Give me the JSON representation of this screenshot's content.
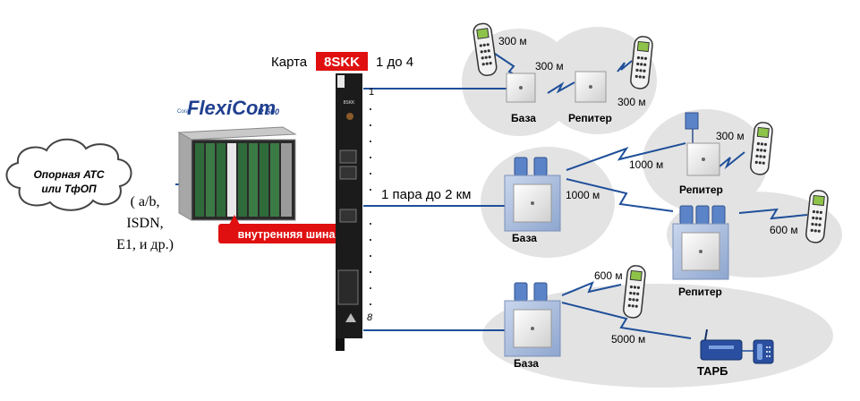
{
  "header": {
    "card_prefix": "Карта",
    "card_name": "8SKK",
    "card_suffix": "1 до 4"
  },
  "pbx": {
    "brand_small": "Coral",
    "brand": "FlexiCom",
    "model": "R 500",
    "bus_label": "внутренняя шина"
  },
  "left": {
    "cloud_line1": "Опорная АТС",
    "cloud_line2": "или ТфОП",
    "interfaces": [
      "( a/b,",
      "ISDN,",
      "E1, и др.)"
    ]
  },
  "card": {
    "port_first": "1",
    "port_last": "8",
    "pair_label": "1 пара до 2 км",
    "face_label": "8SKK"
  },
  "labels": {
    "base": "База",
    "repeater": "Репитер",
    "tarb": "ТАРБ"
  },
  "distances": {
    "d1": "300 м",
    "d2": "300 м",
    "d3": "300 м",
    "d4": "300 м",
    "d5": "1000 м",
    "d6": "1000 м",
    "d7": "600 м",
    "d8": "600 м",
    "d9": "5000 м"
  },
  "colors": {
    "accent_red": "#e01010",
    "line_blue": "#1f4f99",
    "bubble_gray": "#e3e3e3"
  }
}
